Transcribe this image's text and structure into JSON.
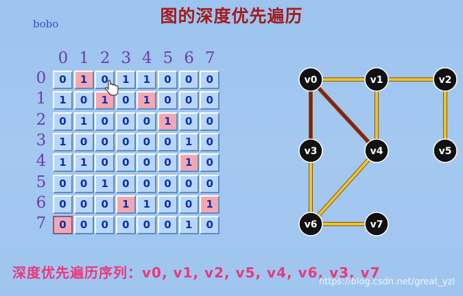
{
  "title": "图的深度优先遍历",
  "author": "bobo",
  "matrix": {
    "col_headers": [
      "0",
      "1",
      "2",
      "3",
      "4",
      "5",
      "6",
      "7"
    ],
    "row_headers": [
      "0",
      "1",
      "2",
      "3",
      "4",
      "5",
      "6",
      "7"
    ],
    "rows": [
      [
        "0",
        "1",
        "0",
        "1",
        "1",
        "0",
        "0",
        "0"
      ],
      [
        "1",
        "0",
        "1",
        "0",
        "1",
        "0",
        "0",
        "0"
      ],
      [
        "0",
        "1",
        "0",
        "0",
        "0",
        "1",
        "0",
        "0"
      ],
      [
        "1",
        "0",
        "0",
        "0",
        "0",
        "0",
        "1",
        "0"
      ],
      [
        "1",
        "1",
        "0",
        "0",
        "0",
        "0",
        "1",
        "0"
      ],
      [
        "0",
        "0",
        "1",
        "0",
        "0",
        "0",
        "0",
        "0"
      ],
      [
        "0",
        "0",
        "0",
        "1",
        "1",
        "0",
        "0",
        "1"
      ],
      [
        "0",
        "0",
        "0",
        "0",
        "0",
        "0",
        "1",
        "0"
      ]
    ],
    "highlighted": [
      [
        0,
        1
      ],
      [
        1,
        2
      ],
      [
        1,
        4
      ],
      [
        2,
        5
      ],
      [
        4,
        6
      ],
      [
        6,
        3
      ],
      [
        6,
        7
      ],
      [
        7,
        0
      ]
    ],
    "selected": [
      [
        7,
        0
      ]
    ]
  },
  "graph": {
    "vertices": [
      "v0",
      "v1",
      "v2",
      "v3",
      "v4",
      "v5",
      "v6",
      "v7"
    ],
    "edges": [
      {
        "from": "v0",
        "to": "v1",
        "state": "visited"
      },
      {
        "from": "v1",
        "to": "v2",
        "state": "visited"
      },
      {
        "from": "v1",
        "to": "v4",
        "state": "visited"
      },
      {
        "from": "v2",
        "to": "v5",
        "state": "visited"
      },
      {
        "from": "v3",
        "to": "v6",
        "state": "visited"
      },
      {
        "from": "v4",
        "to": "v6",
        "state": "visited"
      },
      {
        "from": "v6",
        "to": "v7",
        "state": "visited"
      },
      {
        "from": "v0",
        "to": "v3",
        "state": "backtrack"
      },
      {
        "from": "v0",
        "to": "v4",
        "state": "backtrack"
      }
    ],
    "colors": {
      "visited": "#f2c22d",
      "backtrack": "#8e1a1a",
      "node": "#111111"
    }
  },
  "sequence_text": "深度优先遍历序列：v0, v1, v2, v5, v4, v6, v3, v7",
  "watermark": "https://blog.csdn.net/great_yzl",
  "icons": {
    "cursor": "hand-pointer-icon"
  }
}
